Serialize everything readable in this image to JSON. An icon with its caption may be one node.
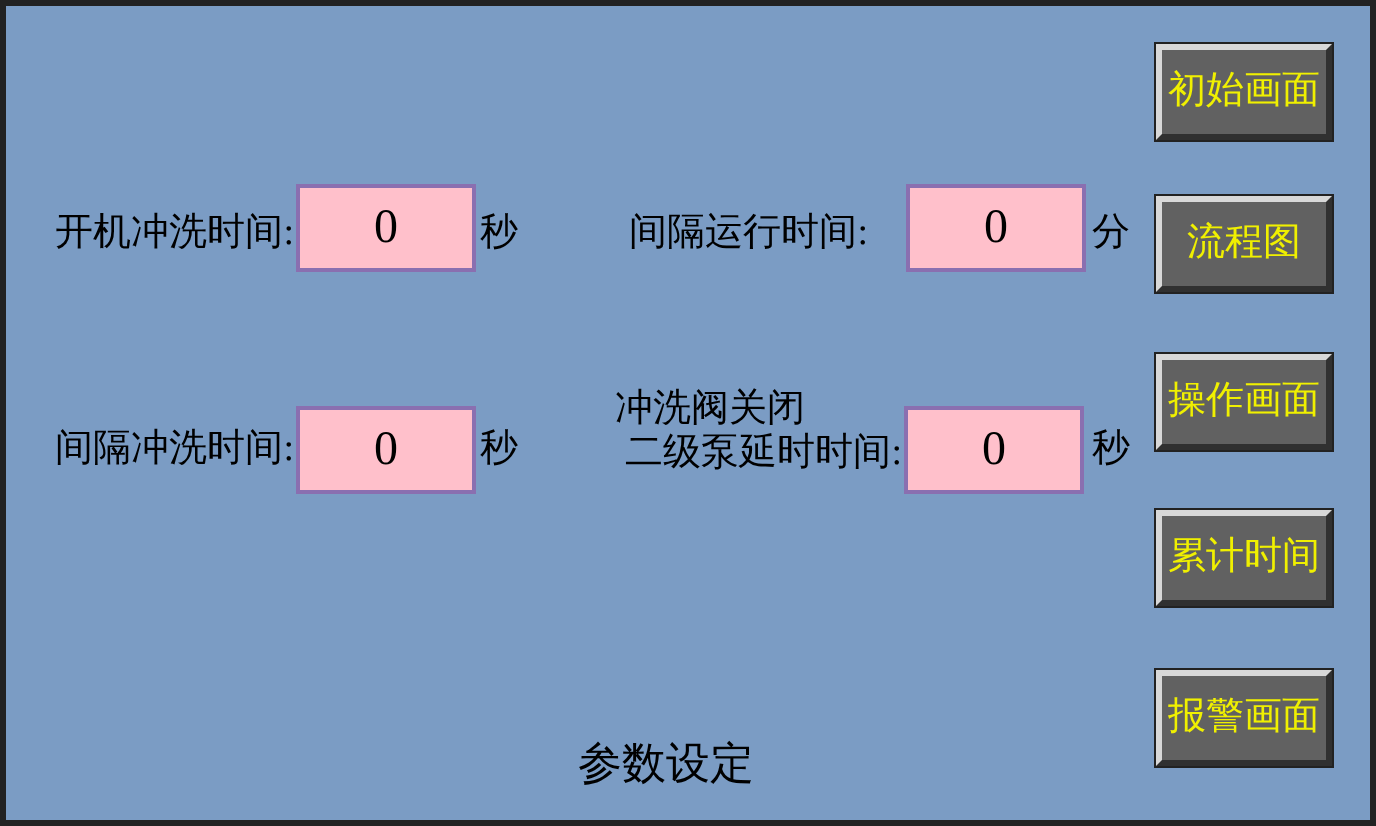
{
  "diagram": {
    "title": "参数设定",
    "nodes": [
      {
        "text": [
          "0"
        ],
        "beside": [
          "开机冲洗时间:",
          "秒"
        ]
      },
      {
        "text": [
          "0"
        ],
        "beside": [
          "间隔运行时间:",
          "分"
        ]
      },
      {
        "text": [
          "0"
        ],
        "beside": [
          "间隔冲洗时间:",
          "秒"
        ]
      },
      {
        "text": [
          "0"
        ],
        "beside": [
          "冲洗阀关闭",
          "二级泵延时时间:",
          "秒"
        ]
      },
      {
        "text": [
          "初始画面"
        ]
      },
      {
        "text": [
          "流程图"
        ]
      },
      {
        "text": [
          "操作画面"
        ]
      },
      {
        "text": [
          "累计时间"
        ]
      },
      {
        "text": [
          "报警画面"
        ]
      }
    ]
  }
}
